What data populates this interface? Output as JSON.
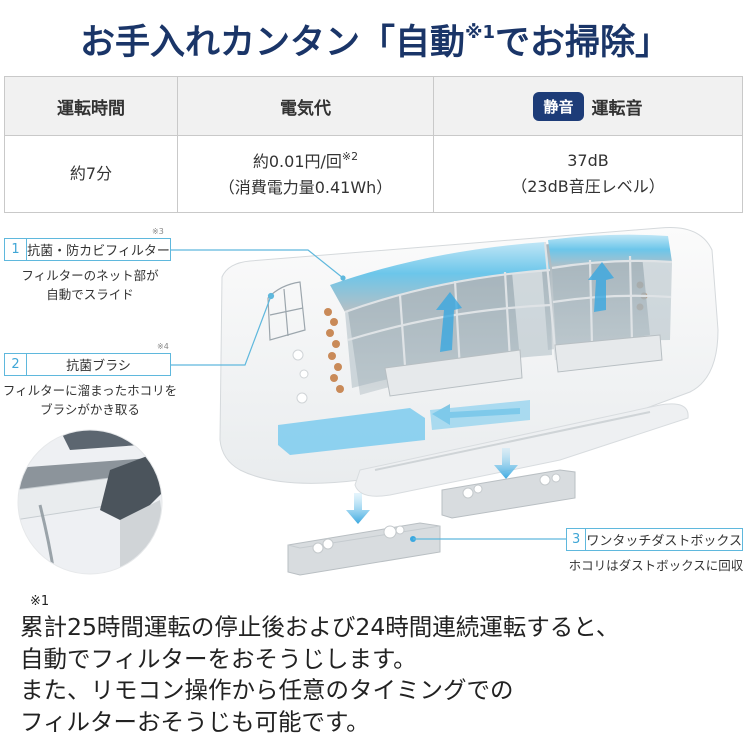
{
  "title": {
    "main": "お手入れカンタン「自動",
    "sup": "※1",
    "tail": "でお掃除」"
  },
  "spec_table": {
    "headers": [
      {
        "label": "運転時間"
      },
      {
        "label": "電気代"
      },
      {
        "badge": "静音",
        "label": "運転音"
      }
    ],
    "row": [
      {
        "line1": "約7分"
      },
      {
        "line1": "約0.01円/回",
        "line1_sup": "※2",
        "line2": "（消費電力量0.41Wh）"
      },
      {
        "line1": "37dB",
        "line2": "（23dB音圧レベル）"
      }
    ],
    "colors": {
      "header_bg": "#f1f1f1",
      "border": "#c9c9c9",
      "badge_bg": "#1d3c78"
    }
  },
  "callouts": [
    {
      "num": "1",
      "label": "抗菌・防カビフィルター",
      "note": "※3",
      "desc_line1": "フィルターのネット部が",
      "desc_line2": "自動でスライド"
    },
    {
      "num": "2",
      "label": "抗菌ブラシ",
      "note": "※4",
      "desc_line1": "フィルターに溜まったホコリを",
      "desc_line2": "ブラシがかき取る"
    },
    {
      "num": "3",
      "label": "ワンタッチダストボックス",
      "desc_line1": "ホコリはダストボックスに回収"
    }
  ],
  "illustration": {
    "subject": "air-conditioner-cutaway",
    "accent_color": "#5fb8dd",
    "flow_color": "#3aa8e0"
  },
  "footnote": {
    "mark": "※1",
    "lines": [
      "累計25時間運転の停止後および24時間連続運転すると、",
      "自動でフィルターをおそうじします。",
      "また、リモコン操作から任意のタイミングでの",
      "フィルターおそうじも可能です。"
    ]
  },
  "colors": {
    "title": "#1a3568",
    "callout_border": "#5fb8dd"
  }
}
